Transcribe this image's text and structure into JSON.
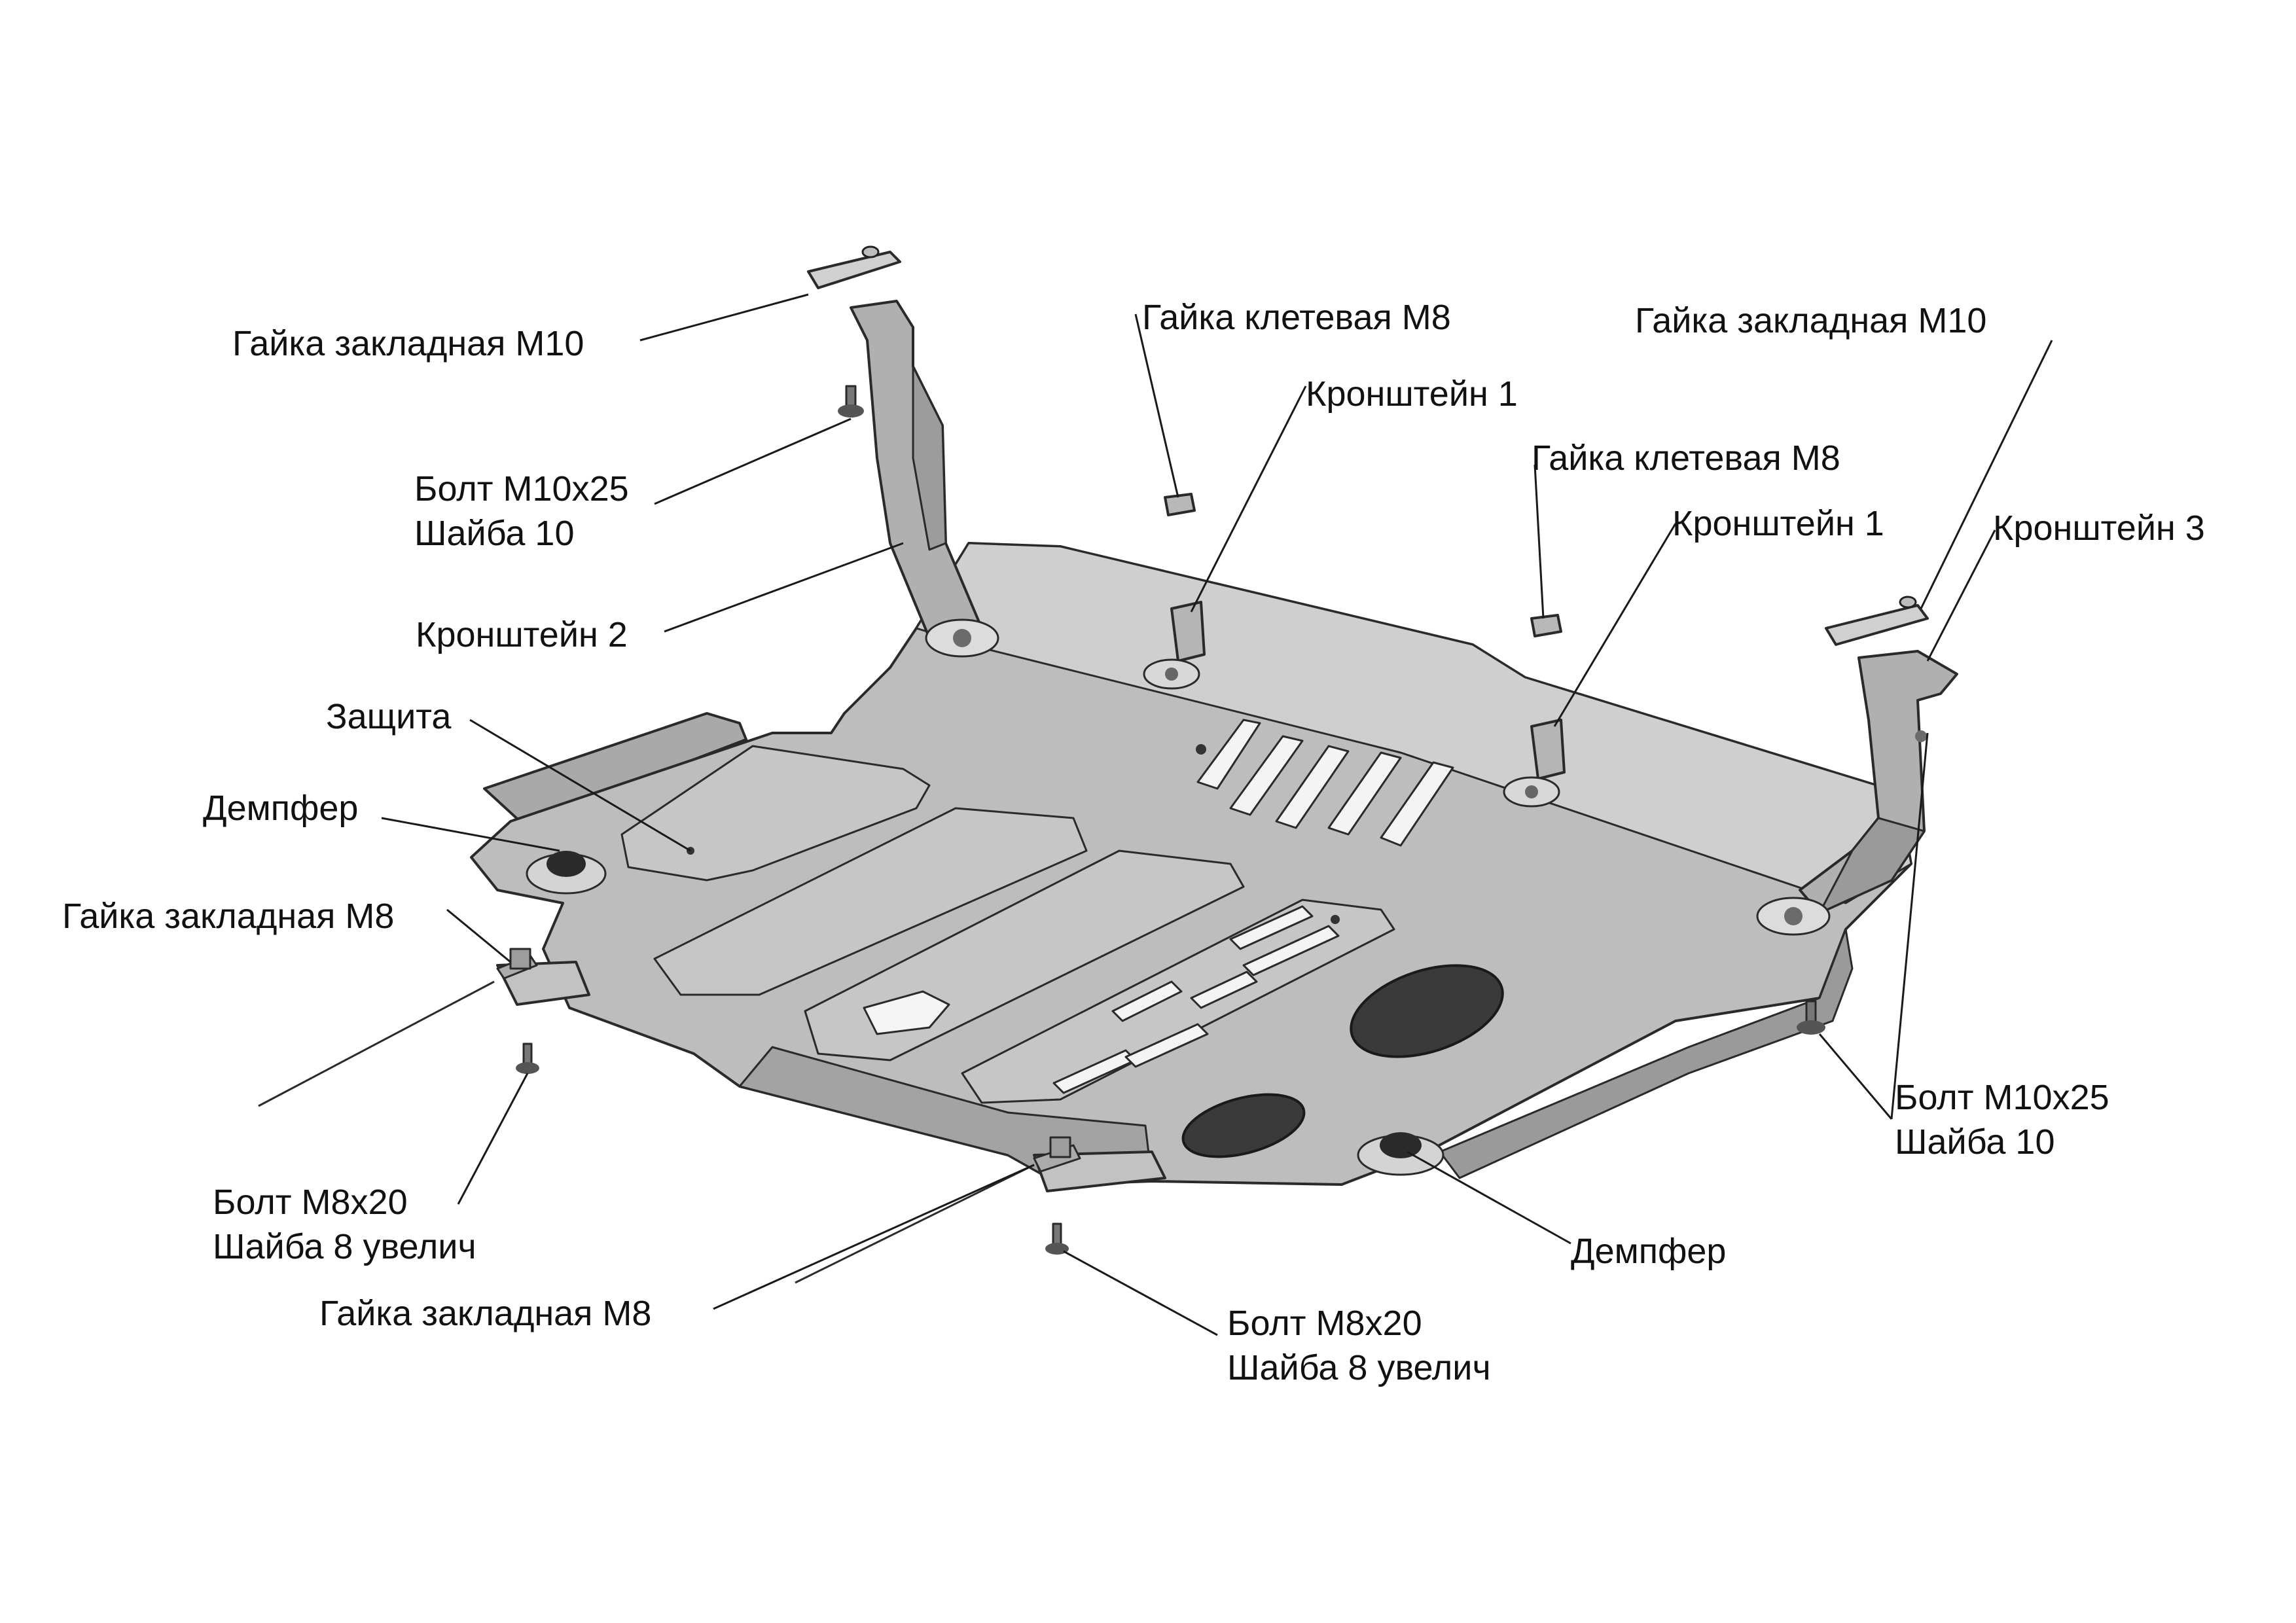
{
  "labels": {
    "nut_m10_left": "Гайка закладная М10",
    "cage_nut_top": "Гайка клетевая М8",
    "nut_m10_right": "Гайка закладная М10",
    "bracket1_top": "Кронштейн 1",
    "cage_nut_mid": "Гайка клетевая М8",
    "bolt_m10_left_line1": "Болт М10х25",
    "bolt_m10_left_line2": "Шайба 10",
    "bracket1_mid": "Кронштейн 1",
    "bracket3": "Кронштейн 3",
    "bracket2": "Кронштейн 2",
    "guard": "Защита",
    "damper_left": "Демпфер",
    "nut_m8_left": "Гайка закладная М8",
    "bolt_m10_right_line1": "Болт М10х25",
    "bolt_m10_right_line2": "Шайба 10",
    "bolt_m8_left_line1": "Болт М8х20",
    "bolt_m8_left_line2": "Шайба 8 увелич",
    "damper_right": "Демпфер",
    "nut_m8_bottom": "Гайка закладная М8",
    "bolt_m8_bottom_line1": "Болт М8х20",
    "bolt_m8_bottom_line2": "Шайба 8 увелич"
  },
  "colors": {
    "plate_fill": "#b9b9b9",
    "plate_light": "#d2d2d2",
    "plate_dark": "#8e8e8e",
    "cutout": "#3a3a3a",
    "line": "#1a1a1a"
  }
}
